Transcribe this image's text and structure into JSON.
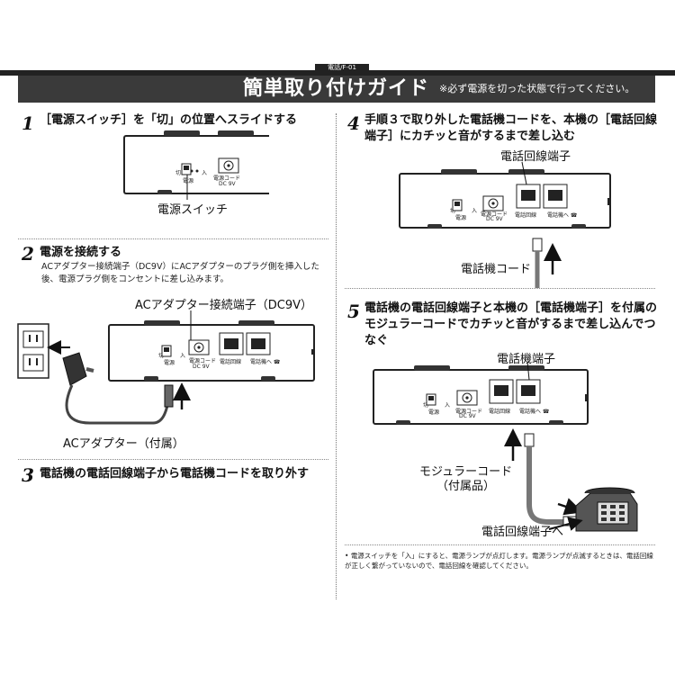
{
  "header": {
    "tab_label": "電話/F-01",
    "title": "簡単取り付けガイド",
    "note": "※必ず電源を切った状態で行ってください。"
  },
  "steps": [
    {
      "number": "1",
      "text": "［電源スイッチ］を「切」の位置へスライドする"
    },
    {
      "number": "2",
      "text": "電源を接続する",
      "description": "ACアダプター接続端子（DC9V）にACアダプターのプラグ側を挿入した後、電源プラグ側をコンセントに差し込みます。"
    },
    {
      "number": "3",
      "text": "電話機の電話回線端子から電話機コードを取り外す"
    },
    {
      "number": "4",
      "text": "手順３で取り外した電話機コードを、本機の［電話回線端子］にカチッと音がするまで差し込む"
    },
    {
      "number": "5",
      "text": "電話機の電話回線端子と本機の［電話機端子］を付属のモジュラーコードでカチッと音がするまで差し込んでつなぐ"
    }
  ],
  "callouts": {
    "power_switch": "電源スイッチ",
    "ac_port": "ACアダプター接続端子（DC9V）",
    "ac_adapter": "ACアダプター（付属）",
    "line_port": "電話回線端子",
    "phone_cord": "電話機コード",
    "phone_port": "電話機端子",
    "modular_cord": "モジュラーコード\n（付属品）",
    "to_line_port": "電話回線端子へ"
  },
  "device_labels": {
    "off": "切",
    "on": "入",
    "power": "電源",
    "power_cord": "電源コード",
    "dc": "DC 9V",
    "line": "電話回線",
    "phone": "電話機へ ☎"
  },
  "footnote": "電源スイッチを「入」にすると、電源ランプが点灯します。電源ランプが点滅するときは、電話回線が正しく繋がっていないので、電話回線を確認してください。"
}
